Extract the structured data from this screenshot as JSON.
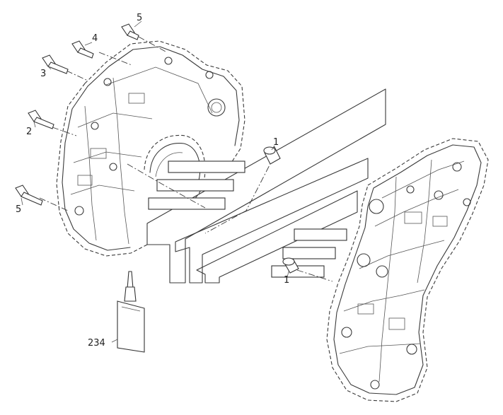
{
  "diagram": {
    "callouts": [
      {
        "id": "bolt-top",
        "text": "5"
      },
      {
        "id": "bolt-upper",
        "text": "4"
      },
      {
        "id": "bolt-mid",
        "text": "3"
      },
      {
        "id": "bolt-side",
        "text": "2"
      },
      {
        "id": "bolt-lower",
        "text": "5"
      },
      {
        "id": "dowel-upper",
        "text": "1"
      },
      {
        "id": "dowel-lower",
        "text": "1"
      },
      {
        "id": "sealant-tube",
        "text": "234"
      }
    ],
    "colors": {
      "line": "#3a3a3a",
      "background": "#ffffff"
    }
  }
}
